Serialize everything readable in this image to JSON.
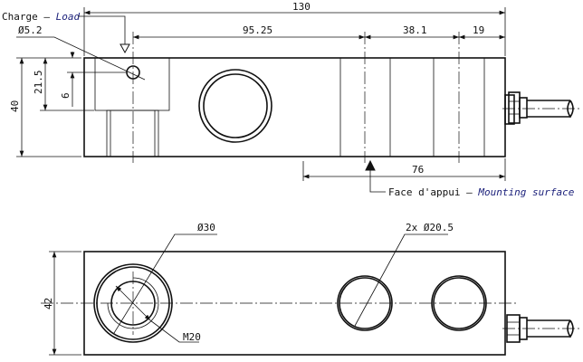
{
  "top_view": {
    "load_label": "Charge",
    "load_label_en": "Load",
    "separator": " – ",
    "hole_diameter": "Ø5.2",
    "dim_overall_length": "130",
    "dim_load_to_hole": "95.25",
    "dim_hole_spacing": "38.1",
    "dim_hole_to_end": "19",
    "dim_height": "40",
    "dim_hole_height": "21.5",
    "dim_pin_offset": "6",
    "dim_mounting_length": "76",
    "mounting_label": "Face d'appui",
    "mounting_label_en": "Mounting surface"
  },
  "bottom_view": {
    "dim_width": "42",
    "dim_boss_diameter": "Ø30",
    "thread": "M20",
    "mount_holes": "2x  Ø20.5"
  }
}
